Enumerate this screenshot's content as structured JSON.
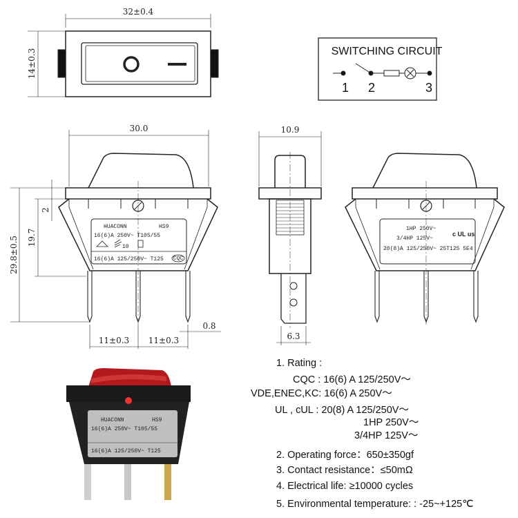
{
  "top_view": {
    "width_dim": "32±0.4",
    "height_dim": "14±0.3",
    "off_mark": "O",
    "on_mark": "I"
  },
  "circuit": {
    "title": "SWITCHING CIRCUIT",
    "terminals": [
      "1",
      "2",
      "3"
    ]
  },
  "front_view": {
    "width_dim": "30.0",
    "total_height_dim": "29.8±0.5",
    "body_height_dim": "19.7",
    "flange_dim": "2",
    "pitch_left_dim": "11±0.3",
    "pitch_right_dim": "11±0.3",
    "terminal_thickness_dim": "0.8",
    "label": {
      "brand": "HUACONN",
      "model": "HS9",
      "line1": "16(6)A 250V~ T105/55",
      "mark_enec": "10",
      "line3": "16(6)A 125/250V~ T125",
      "cqc_mark": "CQC"
    }
  },
  "side_view": {
    "width_dim": "10.9",
    "terminal_width_dim": "6.3"
  },
  "rear_view": {
    "label": {
      "line1": "1HP 250V~",
      "line2": "3/4HP 125V~",
      "line3": "20(8)A 125/250V~ 25T125 5E4",
      "ul_mark": "c UL us"
    }
  },
  "photo": {
    "brand": "HUACONN",
    "model": "HS9",
    "line1": "16(6)A 250V~ T105/55",
    "line3": "16(6)A 125/250V~ T125",
    "rocker_color": "#b3191c"
  },
  "specs": {
    "rating_title": "1. Rating :",
    "cqc": "CQC : 16(6) A 125/250V～",
    "vde": "VDE,ENEC,KC: 16(6) A  250V～",
    "ul": "UL , cUL :  20(8) A 125/250V～",
    "ul_hp1": "1HP  250V～",
    "ul_hp2": "3/4HP  125V～",
    "force": "2. Operating force：650±350gf",
    "resistance": "3. Contact resistance：≤50mΩ",
    "life": "4. Electrical life: ≥10000 cycles",
    "temperature": "5. Environmental temperature: : -25~+125℃"
  }
}
